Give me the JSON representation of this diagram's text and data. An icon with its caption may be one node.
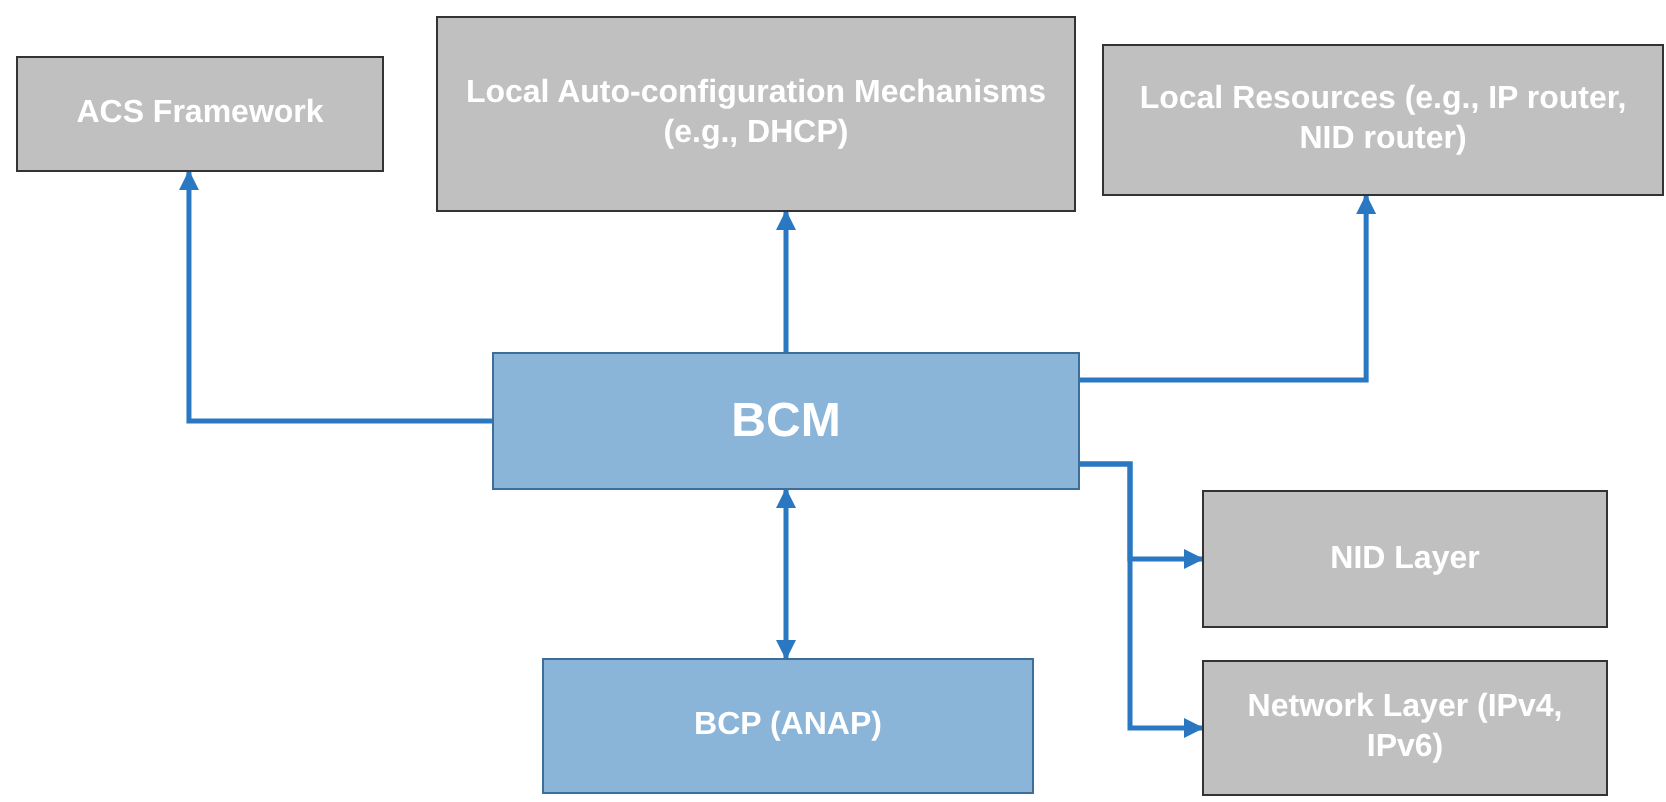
{
  "diagram": {
    "nodes": [
      {
        "text": [
          "ACS Framework"
        ]
      },
      {
        "text": [
          "Local Auto-configuration Mechanisms (e.g., DHCP)"
        ]
      },
      {
        "text": [
          "Local Resources (e.g., IP router, NID router)"
        ]
      },
      {
        "text": [
          "BCM"
        ]
      },
      {
        "text": [
          "NID Layer"
        ]
      },
      {
        "text": [
          "Network Layer (IPv4, IPv6)"
        ]
      },
      {
        "text": [
          "BCP (ANAP)"
        ]
      }
    ],
    "edges": [
      {
        "from": 3,
        "to": 0,
        "arrow": "to"
      },
      {
        "from": 3,
        "to": 1,
        "arrow": "to"
      },
      {
        "from": 3,
        "to": 2,
        "arrow": "to"
      },
      {
        "from": 3,
        "to": 6,
        "arrow": "both"
      },
      {
        "from": 3,
        "to": 4,
        "arrow": "to"
      },
      {
        "from": 3,
        "to": 5,
        "arrow": "to"
      }
    ]
  }
}
